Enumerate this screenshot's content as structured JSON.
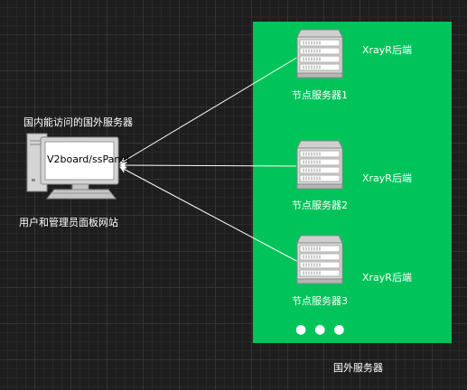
{
  "client": {
    "title": "国内能访问的国外服务器",
    "screen_text": "V2board/ssPanel",
    "caption": "用户和管理员面板网站"
  },
  "cluster": {
    "caption": "国外服务器",
    "more_indicator": "●  ●  ●",
    "nodes": [
      {
        "label": "节点服务器1",
        "backend": "XrayR后端"
      },
      {
        "label": "节点服务器2",
        "backend": "XrayR后端"
      },
      {
        "label": "节点服务器3",
        "backend": "XrayR后端"
      }
    ]
  },
  "colors": {
    "background": "#1e1e1e",
    "panel": "#00c35a",
    "connector": "#ffffff"
  }
}
